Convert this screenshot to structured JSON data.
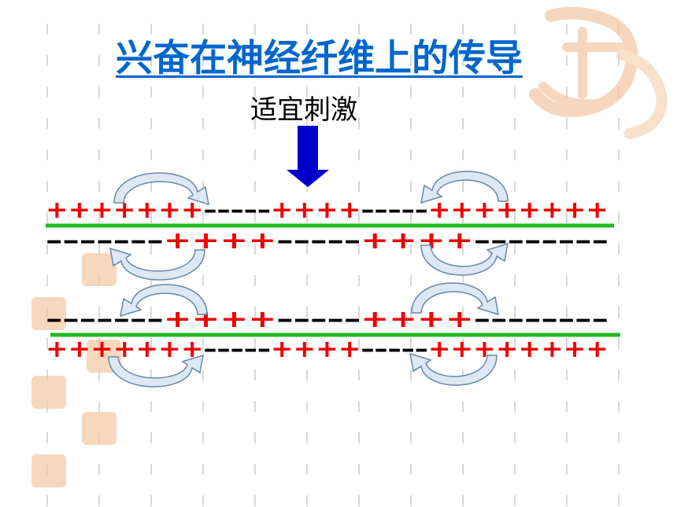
{
  "slide": {
    "title": "兴奋在神经纤维上的传导",
    "stimulus_label": "适宜刺激"
  },
  "membranes": [
    {
      "outer_row": [
        {
          "sign": "+",
          "count": 7
        },
        {
          "sign": "-",
          "count": 5
        },
        {
          "sign": "+",
          "count": 4
        },
        {
          "sign": "-",
          "count": 5
        },
        {
          "sign": "+",
          "count": 8
        }
      ],
      "inner_row": [
        {
          "sign": "-",
          "count": 7
        },
        {
          "sign": "+",
          "count": 4
        },
        {
          "sign": "-",
          "count": 5
        },
        {
          "sign": "+",
          "count": 4
        },
        {
          "sign": "-",
          "count": 8
        }
      ]
    },
    {
      "outer_row": [
        {
          "sign": "-",
          "count": 7
        },
        {
          "sign": "+",
          "count": 4
        },
        {
          "sign": "-",
          "count": 5
        },
        {
          "sign": "+",
          "count": 4
        },
        {
          "sign": "-",
          "count": 8
        }
      ],
      "inner_row": [
        {
          "sign": "+",
          "count": 7
        },
        {
          "sign": "-",
          "count": 5
        },
        {
          "sign": "+",
          "count": 4
        },
        {
          "sign": "-",
          "count": 5
        },
        {
          "sign": "+",
          "count": 8
        }
      ]
    }
  ],
  "colors": {
    "title": "#0066cc",
    "positive": "#ee0000",
    "negative": "#000000",
    "membrane_line": "#22bb22",
    "stimulus_arrow": "#0000cc",
    "current_arrow_fill": "#dde8f4",
    "current_arrow_stroke": "#6688aa",
    "watermark": "#f3c8a0"
  },
  "icons": {
    "stimulus": "arrow-down-icon",
    "local_current": "curved-arrow-icon",
    "watermark": "seal-stamp-icon"
  }
}
